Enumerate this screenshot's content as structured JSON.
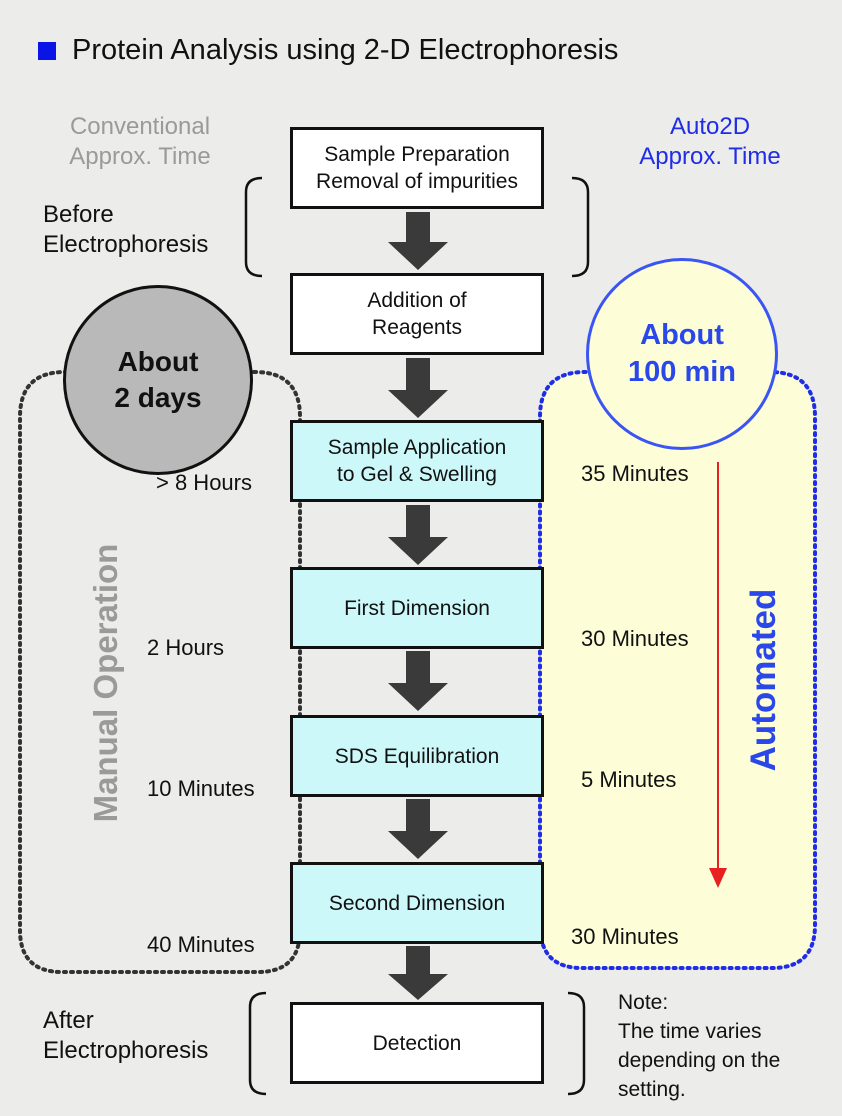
{
  "title": "Protein Analysis using 2-D Electrophoresis",
  "colors": {
    "title_square": "#0a14e6",
    "conventional": "#9a9a9a",
    "auto2d": "#1f2de6",
    "manual_circle": "#b9b9b9",
    "auto_fill": "#fdfdd8",
    "auto_border": "#3a55f2",
    "cyan_box": "#cdf8fa",
    "automated_arrow": "#e82020"
  },
  "headers": {
    "conventional": "Conventional\nApprox. Time",
    "auto2d": "Auto2D\nApprox. Time"
  },
  "phases": {
    "before": "Before\nElectrophoresis",
    "after": "After\nElectrophoresis"
  },
  "steps": [
    {
      "label": "Sample Preparation\nRemoval of impurities",
      "style": "white"
    },
    {
      "label": "Addition of\nReagents",
      "style": "white"
    },
    {
      "label": "Sample Application\nto Gel & Swelling",
      "style": "cyan"
    },
    {
      "label": "First Dimension",
      "style": "cyan"
    },
    {
      "label": "SDS Equilibration",
      "style": "cyan"
    },
    {
      "label": "Second Dimension",
      "style": "cyan"
    },
    {
      "label": "Detection",
      "style": "white"
    }
  ],
  "manual": {
    "total": "About\n2  days",
    "label": "Manual Operation",
    "times": [
      "> 8 Hours",
      "2 Hours",
      "10 Minutes",
      "40 Minutes"
    ]
  },
  "auto": {
    "total": "About\n100 min",
    "label": "Automated",
    "times": [
      "35 Minutes",
      "30 Minutes",
      "5 Minutes",
      "30 Minutes"
    ]
  },
  "note": "Note:\nThe time varies\ndepending on the\nsetting."
}
